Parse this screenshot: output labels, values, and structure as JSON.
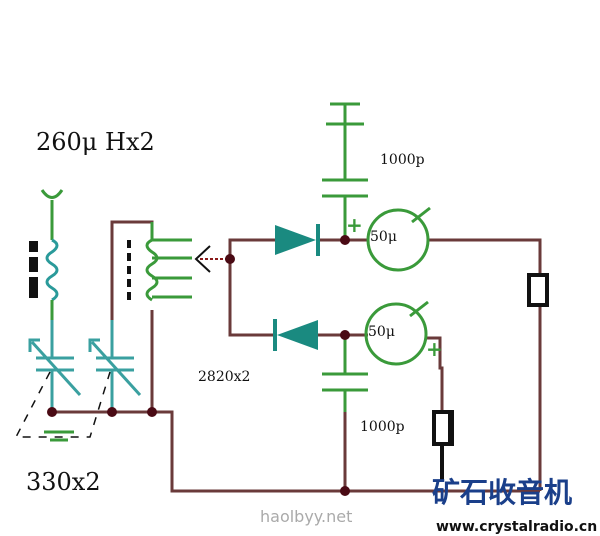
{
  "labels": {
    "inductor": "260μ Hx2",
    "capacitor_variable": "330x2",
    "diode": "2820x2",
    "cap_top": "1000p",
    "cap_bottom": "1000p",
    "meter_top": "50μ",
    "meter_bottom": "50μ",
    "plus": "+"
  },
  "logo": {
    "title": "矿石收音机",
    "url": "www.crystalradio.cn",
    "watermark": "haolbyy.net"
  },
  "colors": {
    "wire": "#6a3a3a",
    "green": "#3a9a3a",
    "teal": "#3aa0a0",
    "node": "#4a0a14",
    "diode": "#1a8a80",
    "logo": "#1a3f8a"
  }
}
